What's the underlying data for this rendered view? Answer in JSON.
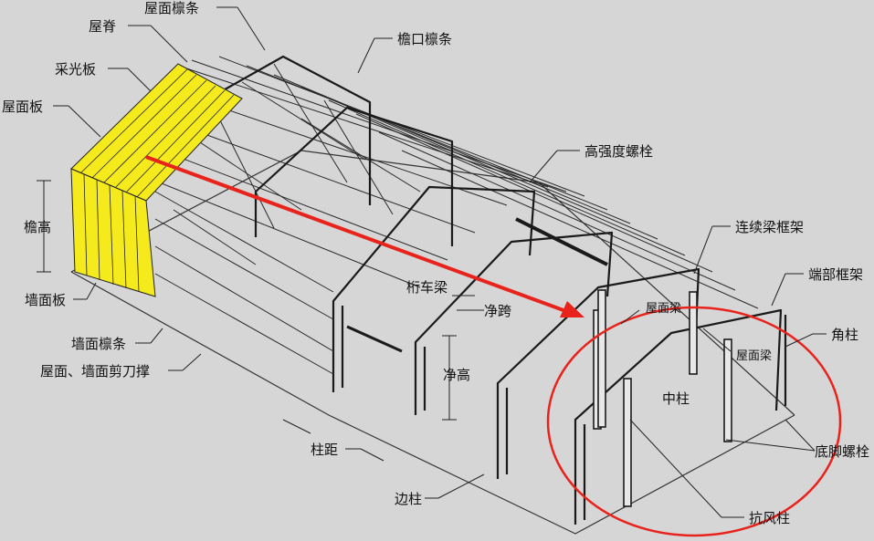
{
  "labels": {
    "roof_purlin": "屋面檩条",
    "ridge": "屋脊",
    "eave_purlin": "檐口檩条",
    "skylight_panel": "采光板",
    "roof_panel": "屋面板",
    "high_strength_bolt": "高强度螺栓",
    "eave_height": "檐高",
    "continuous_beam_frame": "连续梁框架",
    "wall_panel": "墙面板",
    "end_frame": "端部框架",
    "crane_beam": "桁车梁",
    "clear_span": "净跨",
    "roof_beam_1": "屋面梁",
    "corner_column": "角柱",
    "wall_purlin": "墙面檩条",
    "roof_beam_2": "屋面梁",
    "bracing": "屋面、墙面剪刀撑",
    "clear_height": "净高",
    "middle_column": "中柱",
    "anchor_bolt": "底脚螺栓",
    "column_spacing": "柱距",
    "side_column": "边柱",
    "wind_column": "抗风柱"
  },
  "colors": {
    "background": "#d6d6d6",
    "panel_yellow": "#f5ea1c",
    "highlight_red": "#e8231c",
    "line": "#1a1a1a"
  }
}
